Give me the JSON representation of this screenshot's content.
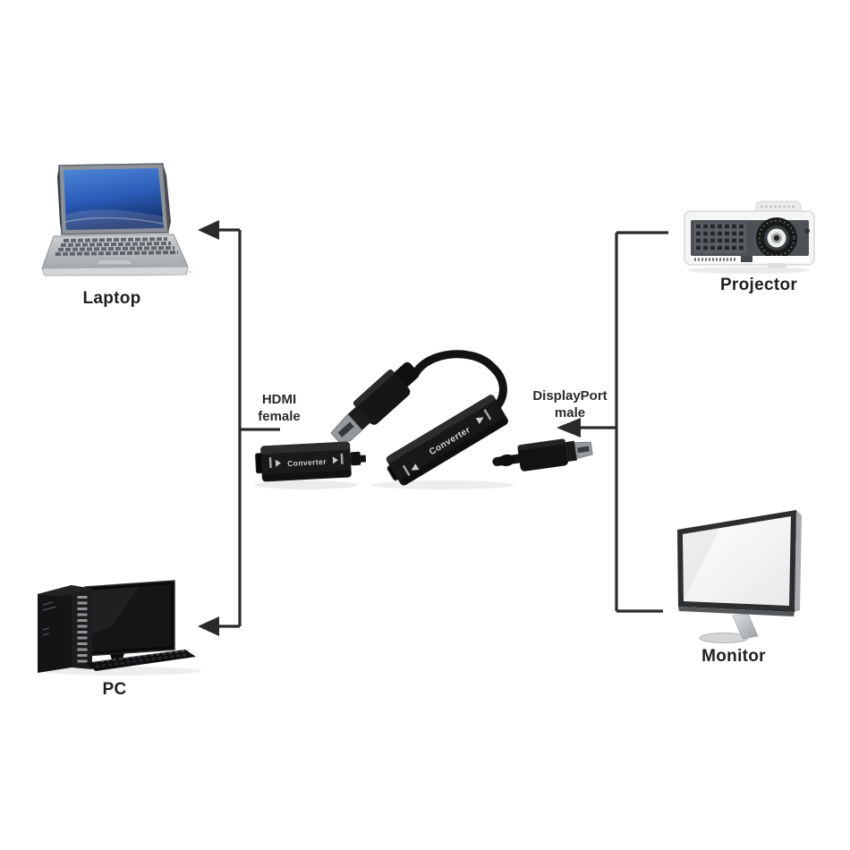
{
  "diagram": {
    "source_devices": [
      {
        "id": "laptop",
        "label": "Laptop"
      },
      {
        "id": "pc",
        "label": "PC"
      }
    ],
    "output_devices": [
      {
        "id": "projector",
        "label": "Projector"
      },
      {
        "id": "monitor",
        "label": "Monitor"
      }
    ],
    "adapter": {
      "converter_text": "Converter",
      "hdmi_label": {
        "line1": "HDMI",
        "line2": "female"
      },
      "displayport_label": {
        "line1": "DisplayPort",
        "line2": "male"
      }
    },
    "colors": {
      "background": "#ffffff",
      "connector_line": "#2a2a2a",
      "label_text": "#1f1f1f",
      "laptop_screen_blue": "#2e5fc2",
      "adapter_black": "#161616",
      "metal_silver": "#96999c"
    }
  }
}
